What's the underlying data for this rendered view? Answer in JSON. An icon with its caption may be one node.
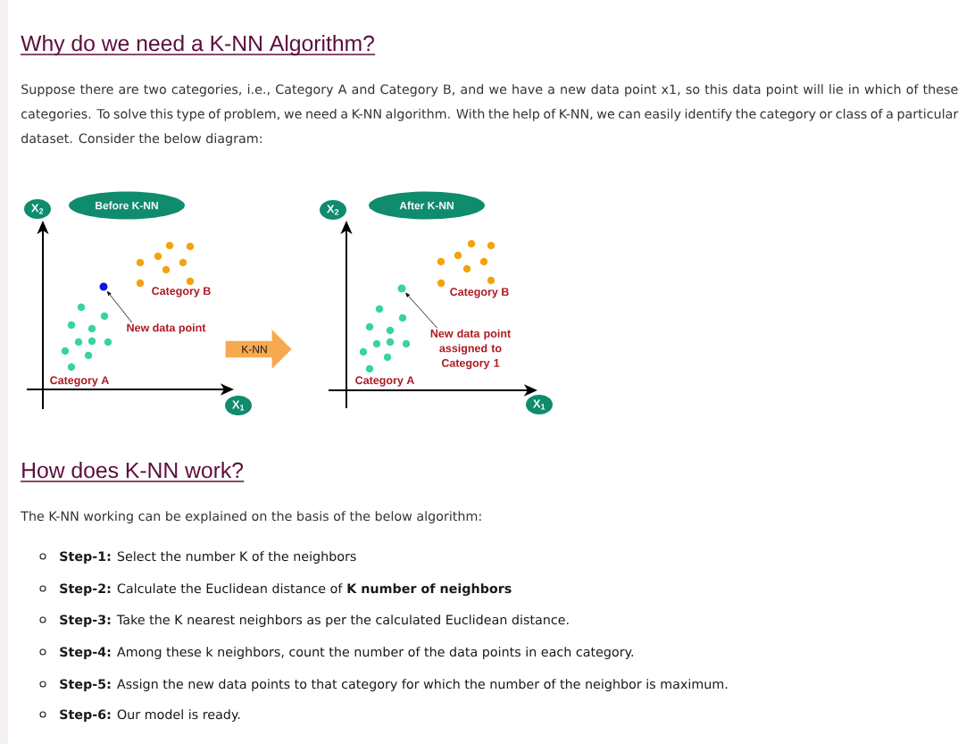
{
  "diagram": {
    "title": "Why do we need a K-NN Algorithm?",
    "nodes": [
      {
        "text": [
          "X$_{2}$"
        ]
      },
      {
        "text": [
          "Before K-NN"
        ]
      },
      {
        "text": [],
        "shape": "circle"
      },
      {
        "text": [
          "New data point"
        ]
      },
      {
        "text": [
          "X$_{1}$"
        ]
      },
      {
        "text": [
          "K-NN"
        ]
      },
      {
        "text": [
          "X$_{2}$"
        ]
      },
      {
        "text": [
          "After K-NN"
        ]
      },
      {
        "text": [],
        "shape": "circle"
      },
      {
        "text": [
          "New data point assigned to Category 1"
        ]
      },
      {
        "text": [
          "X$_{1}$"
        ]
      }
    ],
    "edges": [
      {
        "from": 3,
        "to": 2,
        "arrow": "to"
      },
      {
        "from": 9,
        "to": 8,
        "arrow": "to"
      }
    ],
    "labels": [
      "Suppose there are two categories, i.e., Category A and Category B, and we have a new data point x1, so this data point will lie in which of these categories. To solve this type of problem, we need a K-NN algorithm. With the help of K-NN, we can easily identify the category or class of a particular dataset. Consider the below diagram:",
      "Category B",
      "Category A",
      "Category B",
      "Category A",
      "How does K-NN work?",
      "The K-NN working can be explained on the basis of the below algorithm:",
      "**Step-1:** Select the number K of the neighbors",
      "**Step-2:** Calculate the Euclidean distance of **K number of neighbors**",
      "**Step-3:** Take the K nearest neighbors as per the calculated Euclidean distance.",
      "**Step-4:** Among these k neighbors, count the number of the data points in each category.",
      "**Step-5:** Assign the new data points to that category for which the number of the neighbor is maximum.",
      "**Step-6:** Our model is ready."
    ]
  }
}
